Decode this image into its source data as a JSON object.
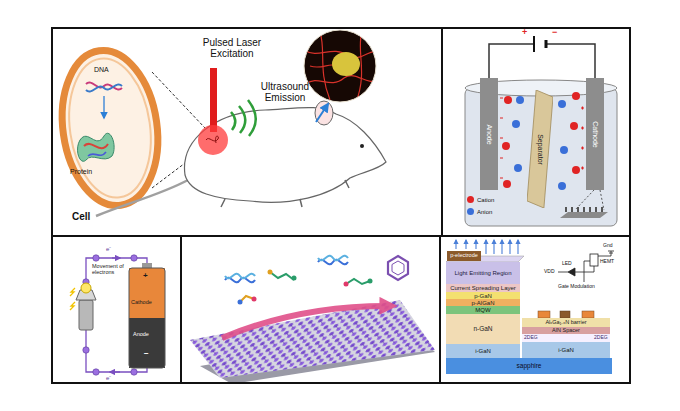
{
  "diagram": {
    "nodes": [
      {
        "text": [
          "Anode"
        ]
      },
      {
        "text": [
          "Separator"
        ]
      },
      {
        "text": [
          "Cathode"
        ]
      },
      {
        "text": [
          "p-electrode"
        ]
      },
      {
        "text": [
          "Light Emitting Region"
        ]
      },
      {
        "text": [
          "Current Spreading Layer"
        ]
      },
      {
        "text": [
          "p-GaN"
        ]
      },
      {
        "text": [
          "p-AlGaN"
        ]
      },
      {
        "text": [
          "MQW"
        ]
      },
      {
        "text": [
          "n-GaN"
        ]
      },
      {
        "text": [
          "AlₓGa₁₋ₓN barrier"
        ]
      },
      {
        "text": [
          "AlN Spacer"
        ]
      },
      {
        "text": [
          "i-GaN"
        ]
      },
      {
        "text": [
          "i-GaN"
        ]
      },
      {
        "text": [
          "sapphire"
        ]
      }
    ],
    "labels": [
      "DNA",
      "Protein",
      "Cell",
      "Pulsed Laser Excitation",
      "Ultrasound Emission",
      "+",
      "−",
      "Movement of electrons",
      "e⁻",
      "e⁻",
      "Cathode",
      "Anode",
      "+",
      "−",
      "2DEG",
      "2DEG",
      "HEMT",
      "LED",
      "VDD",
      "Gnd",
      "Gate Modulation"
    ],
    "legend": [
      {
        "text": "Cation",
        "color": "#e02424"
      },
      {
        "text": "Anion",
        "color": "#3a6fd8"
      }
    ]
  }
}
